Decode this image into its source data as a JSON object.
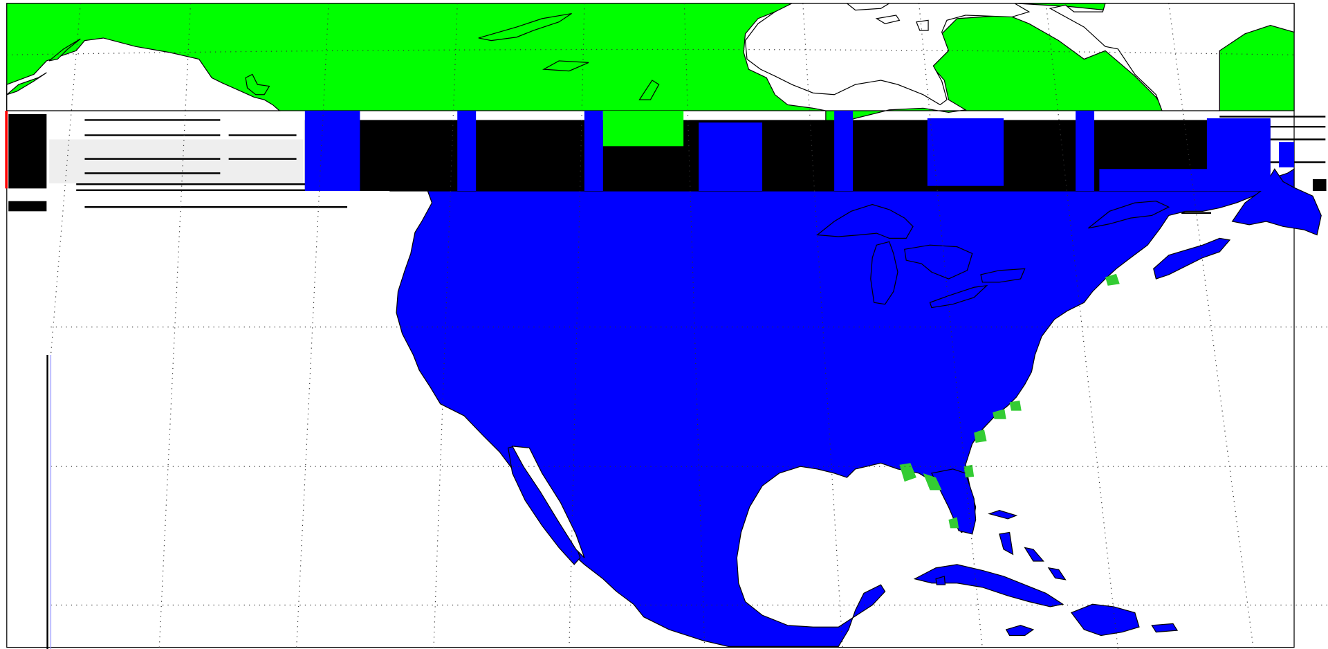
{
  "map": {
    "projection": "conic",
    "graticule": "dotted",
    "colors": {
      "background": "#ffffff",
      "land_north": "#00ff00",
      "land_main": "#0000ff",
      "coast_outline": "#000000",
      "artifact_band": "#000000",
      "marker_alaska": "#ff0000",
      "coastal_highlight": "#33cc33"
    },
    "regions": [
      "alaska",
      "canadian-arctic-archipelago",
      "greenland",
      "north-america-mainland",
      "baja-california",
      "great-lakes",
      "florida",
      "cuba",
      "hispaniola",
      "jamaica",
      "puerto-rico",
      "newfoundland",
      "nova-scotia"
    ]
  }
}
